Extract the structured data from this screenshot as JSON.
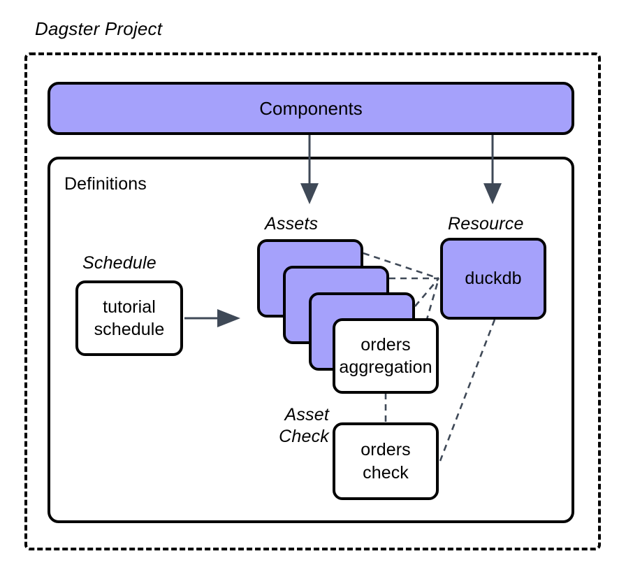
{
  "diagram": {
    "title": "Dagster Project",
    "components_label": "Components",
    "definitions_label": "Definitions",
    "groups": {
      "schedule": "Schedule",
      "assets": "Assets",
      "resource": "Resource",
      "asset_check": "Asset\nCheck"
    },
    "nodes": {
      "schedule": "tutorial\nschedule",
      "asset_stack_card_1": "",
      "asset_stack_card_2": "",
      "asset_stack_card_3": "",
      "orders_aggregation": "orders\naggregation",
      "duckdb": "duckdb",
      "orders_check": "orders\ncheck"
    },
    "colors": {
      "node_fill_purple": "#A5A1FB",
      "node_fill_white": "#FFFFFF",
      "stroke": "#000000",
      "arrow": "#3F4957",
      "dashed_edge": "#3F4957",
      "background": "#FFFFFF"
    },
    "edges": [
      {
        "from": "components",
        "to": "assets",
        "style": "solid-arrow"
      },
      {
        "from": "components",
        "to": "resource",
        "style": "solid-arrow"
      },
      {
        "from": "schedule",
        "to": "assets",
        "style": "solid-arrow"
      },
      {
        "from": "asset_stack_card_1",
        "to": "duckdb",
        "style": "dashed"
      },
      {
        "from": "asset_stack_card_2",
        "to": "duckdb",
        "style": "dashed"
      },
      {
        "from": "asset_stack_card_3",
        "to": "duckdb",
        "style": "dashed"
      },
      {
        "from": "orders_aggregation",
        "to": "duckdb",
        "style": "dashed"
      },
      {
        "from": "orders_aggregation",
        "to": "orders_check",
        "style": "dashed"
      },
      {
        "from": "duckdb",
        "to": "orders_check",
        "style": "dashed"
      }
    ]
  }
}
